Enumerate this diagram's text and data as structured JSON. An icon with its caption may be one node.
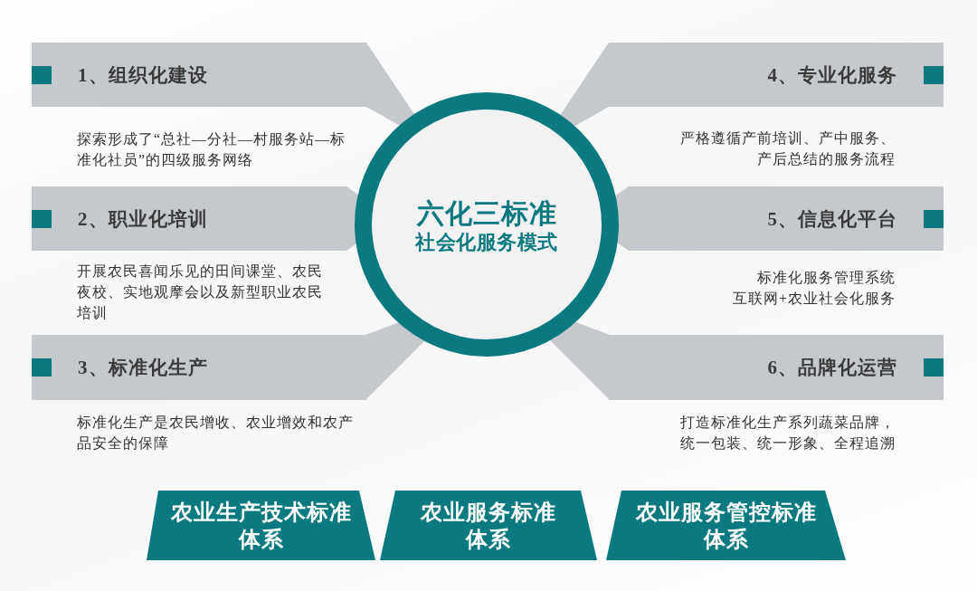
{
  "diagram": {
    "nodes": [
      {
        "text": [
          "六化三标准",
          "社会化服务模式"
        ]
      },
      {
        "text": [
          "1、组织化建设"
        ],
        "beside": [
          "探索形成了“总社—分社—村服务站—标准化社员”的四级服务网络"
        ]
      },
      {
        "text": [
          "2、职业化培训"
        ],
        "beside": [
          "开展农民喜闻乐见的田间课堂、农民夜校、实地观摩会以及新型职业农民培训"
        ]
      },
      {
        "text": [
          "3、标准化生产"
        ],
        "beside": [
          "标准化生产是农民增收、农业增效和农产品安全的保障"
        ]
      },
      {
        "text": [
          "4、专业化服务"
        ],
        "beside": [
          "严格遵循产前培训、产中服务、产后总结的服务流程"
        ]
      },
      {
        "text": [
          "5、信息化平台"
        ],
        "beside": [
          "标准化服务管理系统",
          "互联网+农业社会化服务"
        ]
      },
      {
        "text": [
          "6、品牌化运营"
        ],
        "beside": [
          "打造标准化生产系列蔬菜品牌，统一包装、统一形象、全程追溯"
        ]
      },
      {
        "text": [
          "农业生产技术标准体系"
        ]
      },
      {
        "text": [
          "农业服务标准体系"
        ]
      },
      {
        "text": [
          "农业服务管控标准体系"
        ]
      }
    ]
  }
}
